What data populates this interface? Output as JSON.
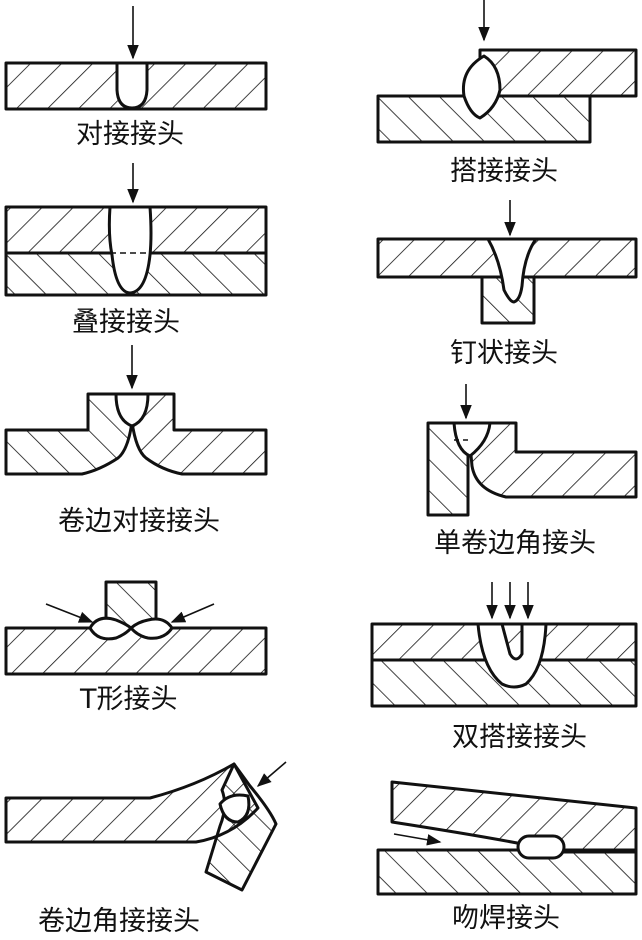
{
  "joints": [
    {
      "label": "对接接头"
    },
    {
      "label": "搭接接头"
    },
    {
      "label": "叠接接头"
    },
    {
      "label": "钉状接头"
    },
    {
      "label": "卷边对接接头"
    },
    {
      "label": "单卷边角接头"
    },
    {
      "label": "T形接头"
    },
    {
      "label": "双搭接接头"
    },
    {
      "label": "卷边角接接头"
    },
    {
      "label": "吻焊接头"
    }
  ]
}
